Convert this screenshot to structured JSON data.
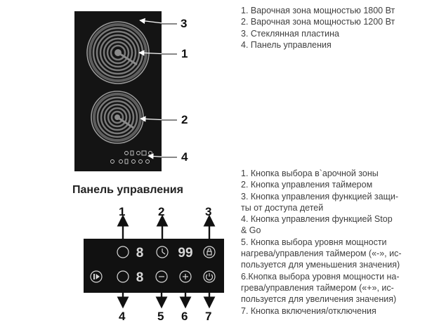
{
  "hob_callouts": {
    "c1": "1",
    "c2": "2",
    "c3": "3",
    "c4": "4"
  },
  "legend_top": [
    "1. Варочная зона мощностью 1800 Вт",
    "2. Варочная зона мощностью 1200 Вт",
    "3. Стеклянная пластина",
    "4. Панель управления"
  ],
  "panel_title": "Панель управления",
  "panel_callouts": {
    "top": [
      "1",
      "2",
      "3"
    ],
    "bottom": [
      "4",
      "5",
      "6",
      "7"
    ]
  },
  "panel_display": {
    "zone1_digit": "8",
    "timer_digits": "99",
    "zone2_digit": "8"
  },
  "legend_bottom": [
    "1. Кнопка выбора в`арочной зоны",
    "2. Кнопка управления таймером",
    "3. Кнопка управления функцией защи-",
    "ты от доступа детей",
    "4. Кнопка управления функцией Stop",
    "& Go",
    "5. Кнопка выбора уровня мощности",
    "нагрева/управления таймером («-», ис-",
    "пользуется для уменьшения значения)",
    "6.Кнопка выбора уровня мощности на-",
    "грева/управления таймером («+», ис-",
    "пользуется для увеличения значения)",
    "7. Кнопка включения/отключения"
  ],
  "colors": {
    "glass": "#141414",
    "coil": "#8a8a8a",
    "display": "#d8d8d8",
    "text": "#3f3f3f"
  },
  "icons": [
    "zone-select-icon",
    "timer-icon",
    "child-lock-icon",
    "stop-go-icon",
    "minus-icon",
    "plus-icon",
    "power-icon"
  ]
}
